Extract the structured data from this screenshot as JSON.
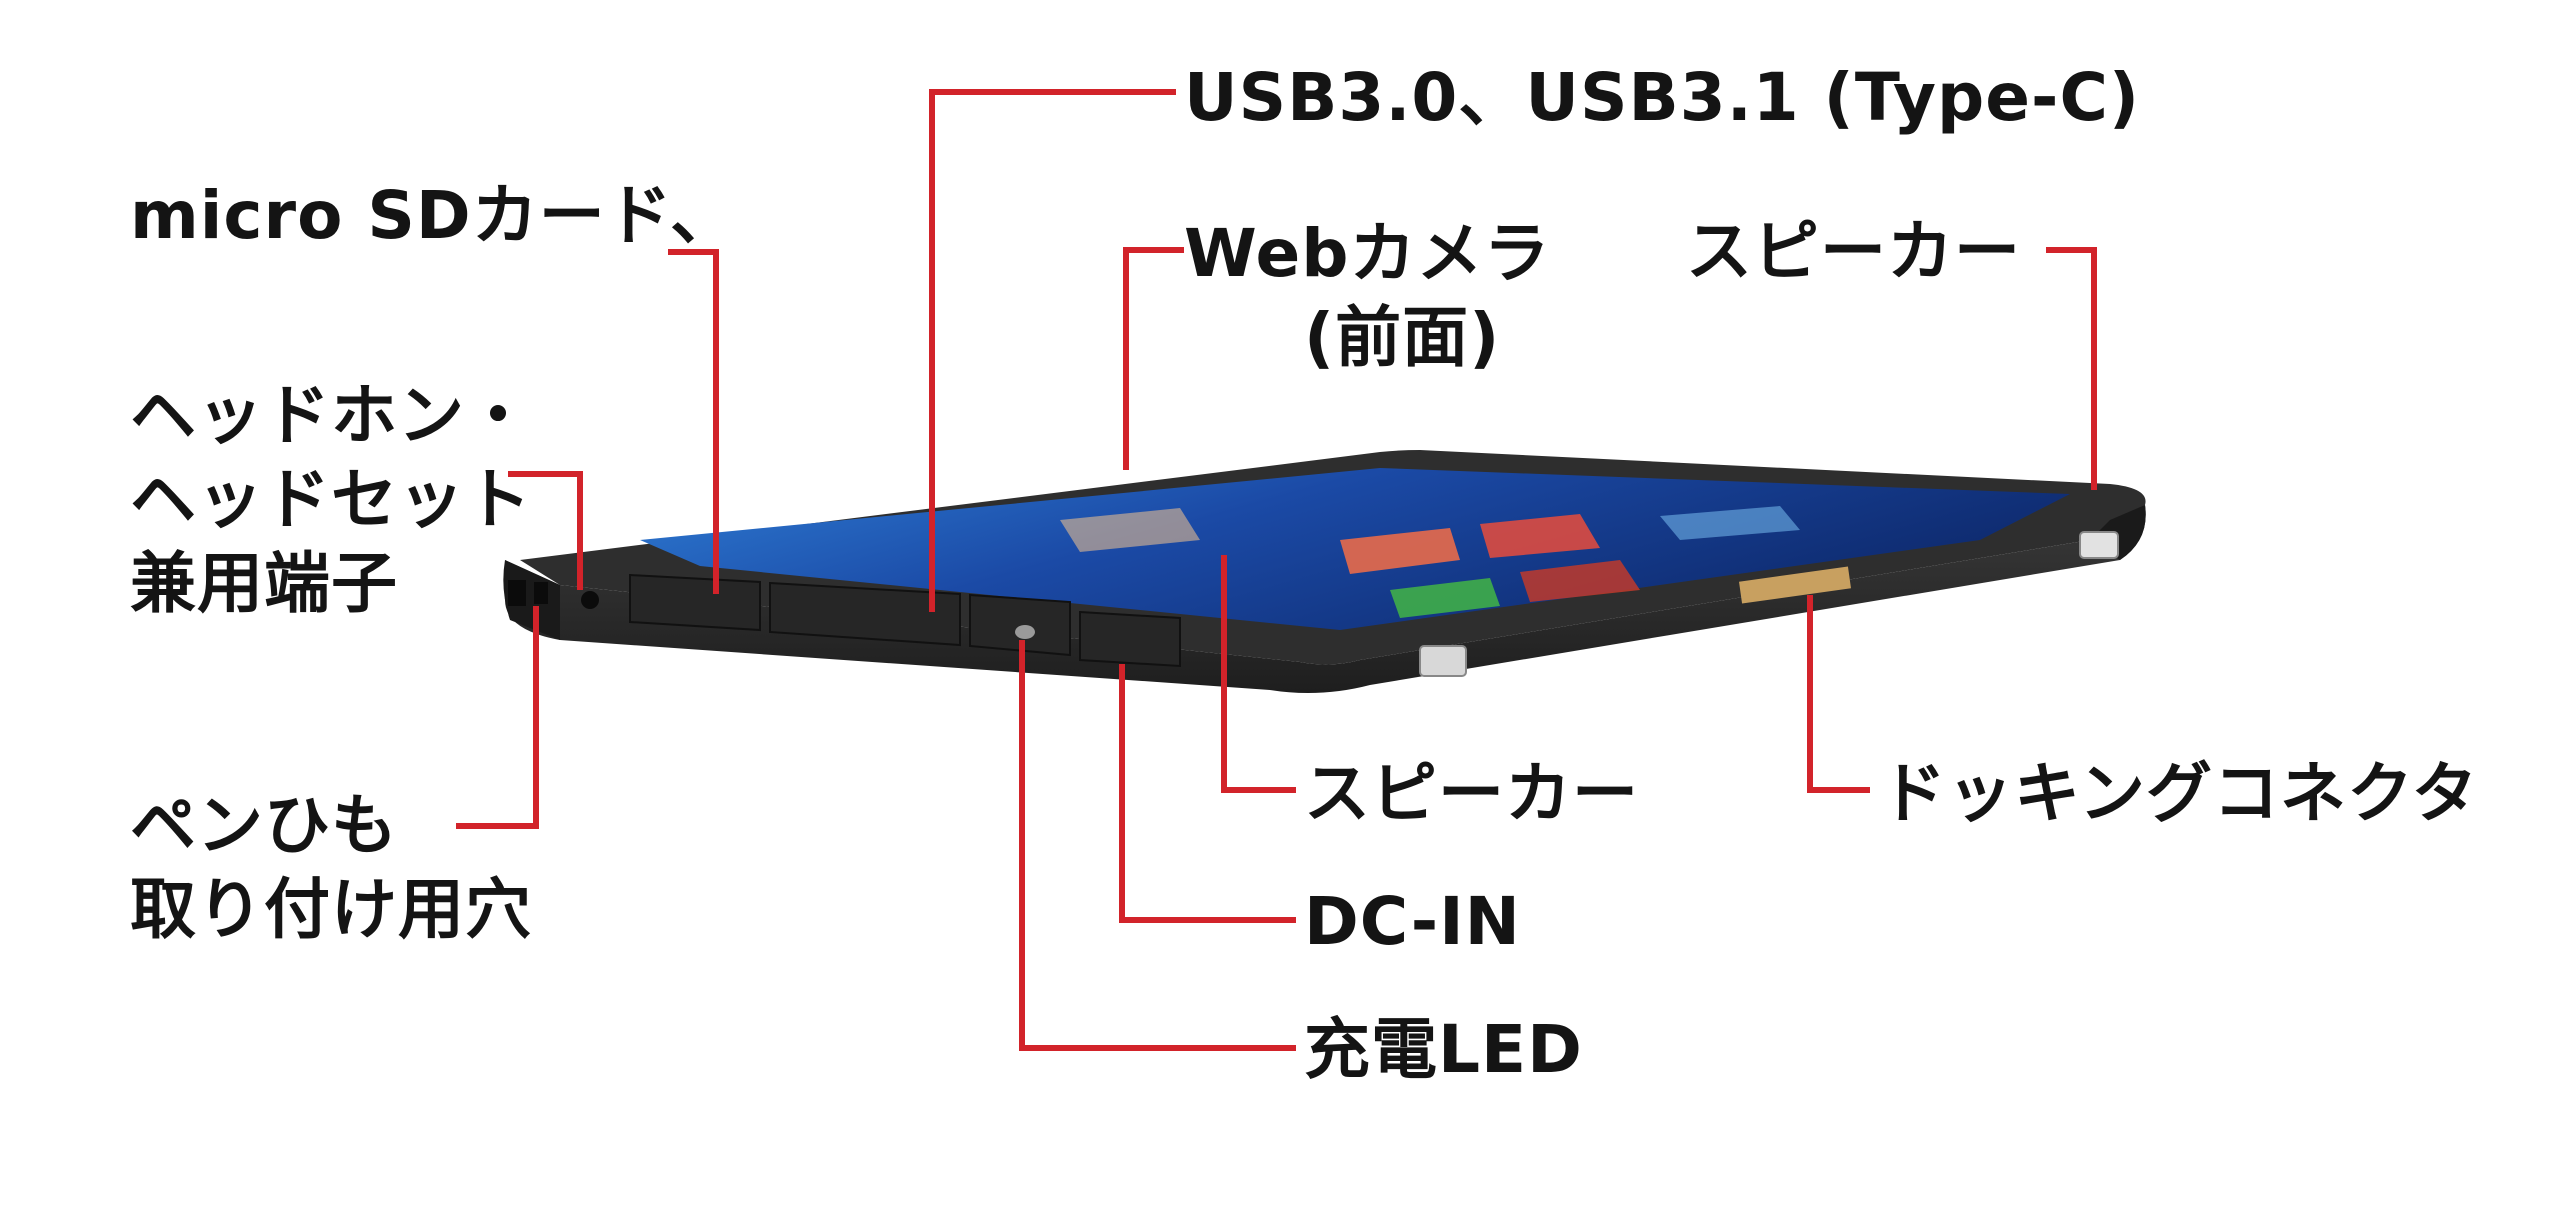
{
  "labels": {
    "usb": "USB3.0、USB3.1 (Type-C)",
    "microsd": "micro SDカード、",
    "webcam_line1": "Webカメラ",
    "webcam_line2": "(前面)",
    "speaker_top": "スピーカー",
    "headphone_line1": "ヘッドホン・",
    "headphone_line2": "ヘッドセット",
    "headphone_line3": "兼用端子",
    "pen_line1": "ペンひも",
    "pen_line2": "取り付け用穴",
    "speaker_bottom": "スピーカー",
    "docking": "ドッキングコネクタ",
    "dcin": "DC-IN",
    "led": "充電LED"
  },
  "colors": {
    "leader": "#d2232a",
    "body": "#2b2b2b",
    "body_edge": "#1a1a1a",
    "screen": "#1d4fa8",
    "background": "#ffffff"
  }
}
